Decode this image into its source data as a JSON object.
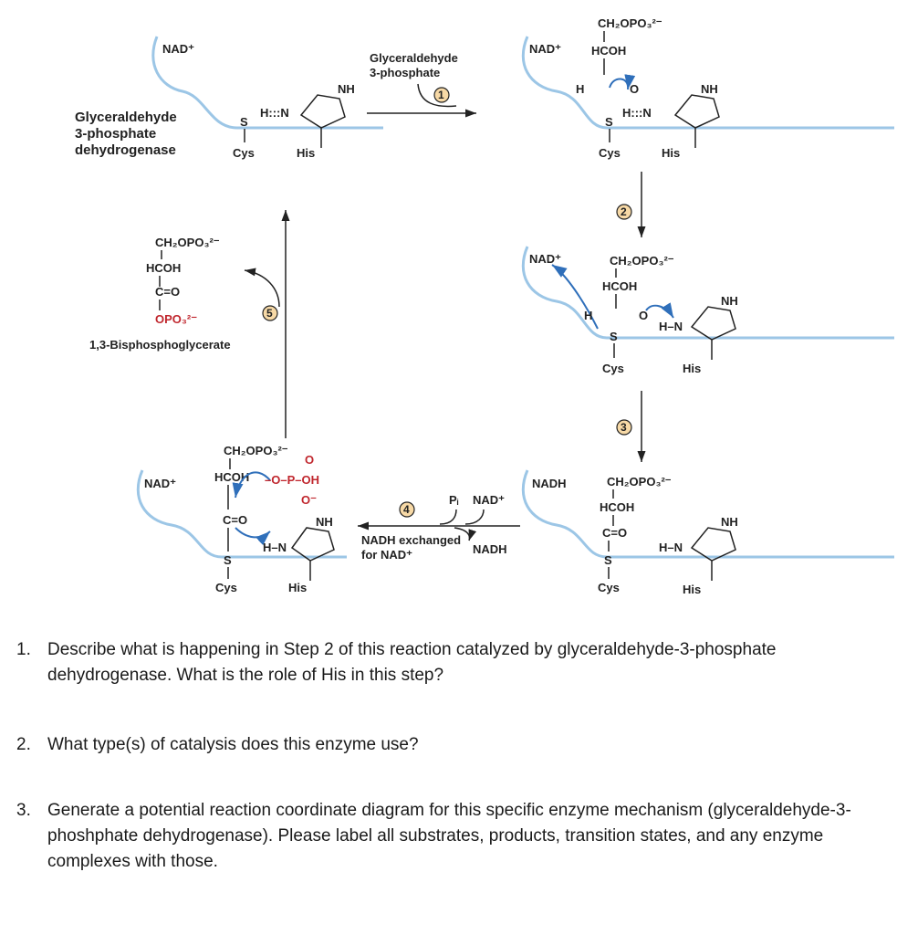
{
  "labels": {
    "nad_plus": "NAD⁺",
    "nad_plus_dot": "NAD⁺",
    "nadh": "NADH",
    "enzyme": [
      "Glyceraldehyde",
      "3-phosphate",
      "dehydrogenase"
    ],
    "substrate": [
      "Glyceraldehyde",
      "3-phosphate"
    ],
    "cys": "Cys",
    "his": "His",
    "nh": "NH",
    "hn_plus": "H–N",
    "sh": "S",
    "h_dots_n": "H:::N",
    "ch2opo3": "CH₂OPO₃²⁻",
    "hcoh": "HCOH",
    "c_eq_o": "C=O",
    "opo3": "OPO₃²⁻",
    "product": "1,3-Bisphosphoglycerate",
    "pi": "Pᵢ",
    "nadh_exchanged": [
      "NADH exchanged",
      "for NAD⁺"
    ],
    "phosphate_group": "–O–P–OH",
    "p_o_top": "O",
    "p_o_bottom": "O⁻",
    "h": "H",
    "o": "O"
  },
  "steps": [
    "1",
    "2",
    "3",
    "4",
    "5"
  ],
  "questions": [
    {
      "num": "1.",
      "text": "Describe what is happening in Step 2 of this reaction catalyzed by glyceraldehyde-3-phosphate dehydrogenase. What is the role of His in this step?"
    },
    {
      "num": "2.",
      "text": "What type(s) of catalysis does this enzyme use?"
    },
    {
      "num": "3.",
      "text": "Generate a potential reaction coordinate diagram for this specific enzyme mechanism (glyceraldehyde-3-phoshphate dehydrogenase). Please label all substrates, products, transition states, and any enzyme complexes with those."
    }
  ],
  "colors": {
    "enzyme_line": "#9cc6e6",
    "arrow_blue": "#2f6fba",
    "red": "#c0262d",
    "step_circle": "#f7d9a6"
  }
}
